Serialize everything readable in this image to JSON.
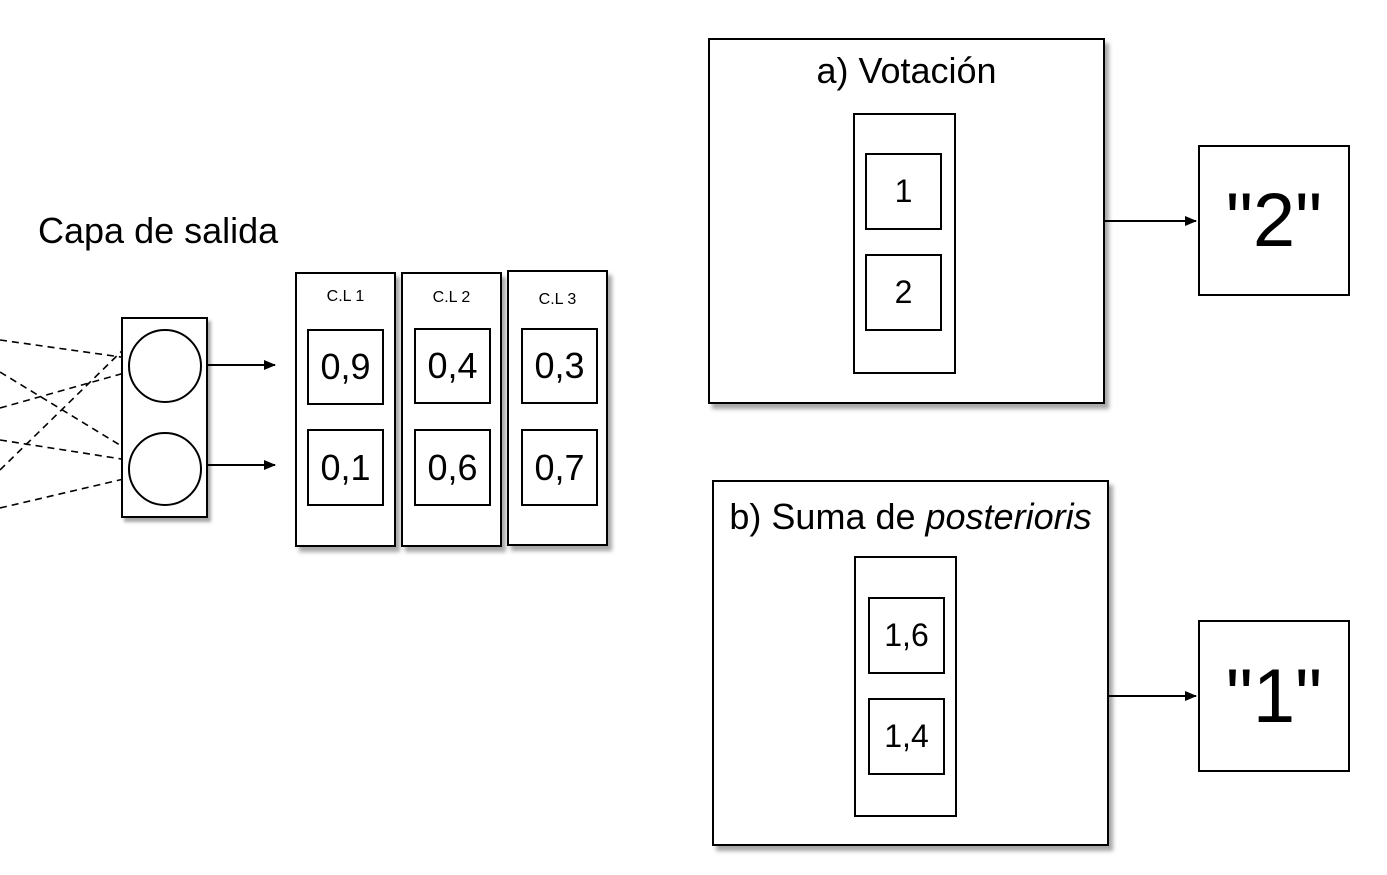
{
  "output_layer": {
    "title": "Capa de salida"
  },
  "classifiers": [
    {
      "label": "C.L 1",
      "values": [
        "0,9",
        "0,1"
      ]
    },
    {
      "label": "C.L 2",
      "values": [
        "0,4",
        "0,6"
      ]
    },
    {
      "label": "C.L 3",
      "values": [
        "0,3",
        "0,7"
      ]
    }
  ],
  "voting": {
    "title": "a) Votación",
    "values": [
      "1",
      "2"
    ],
    "result": "\"2\""
  },
  "sum": {
    "title_prefix": "b) Suma de ",
    "title_italic": "posterioris",
    "values": [
      "1,6",
      "1,4"
    ],
    "result": "\"1\""
  }
}
